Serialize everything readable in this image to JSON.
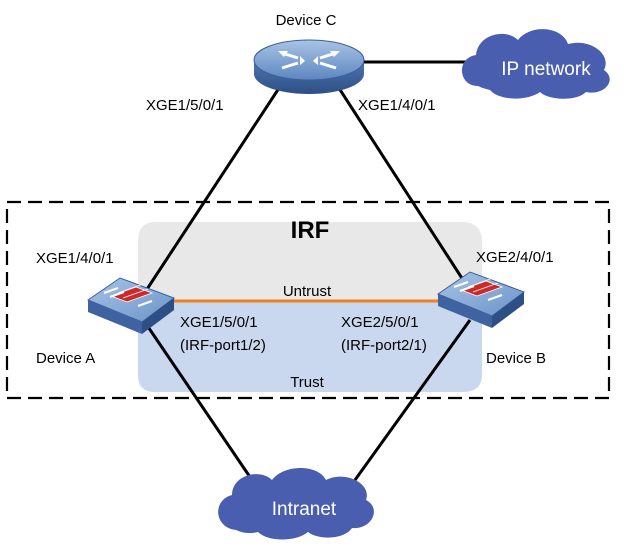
{
  "devices": {
    "device_c": "Device C",
    "device_a": "Device A",
    "device_b": "Device B"
  },
  "clouds": {
    "ip_network": "IP network",
    "intranet": "Intranet"
  },
  "irf": {
    "title": "IRF",
    "untrust_zone": "Untrust",
    "trust_zone": "Trust"
  },
  "interfaces": {
    "c_to_a": "XGE1/5/0/1",
    "c_to_b": "XGE1/4/0/1",
    "a_uplink": "XGE1/4/0/1",
    "b_uplink": "XGE2/4/0/1",
    "a_irf_port": "XGE1/5/0/1",
    "a_irf_port_name": "(IRF-port1/2)",
    "b_irf_port": "XGE2/5/0/1",
    "b_irf_port_name": "(IRF-port2/1)"
  },
  "colors": {
    "irf_link": "#f07f1f",
    "cloud": "#4a5eb0",
    "untrust_bg": "#e8e8e8",
    "trust_bg": "#c9d8ee"
  }
}
